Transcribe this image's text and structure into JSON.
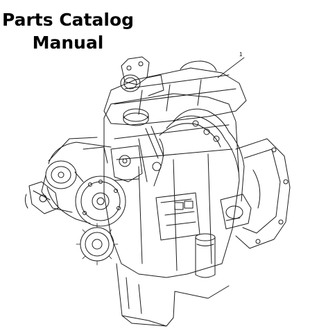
{
  "document": {
    "title_line1": "Parts Catalog",
    "title_line2": "Manual"
  },
  "illustration": {
    "subject": "engine-assembly",
    "callout": "1",
    "line_color": "#1a1a1a"
  }
}
